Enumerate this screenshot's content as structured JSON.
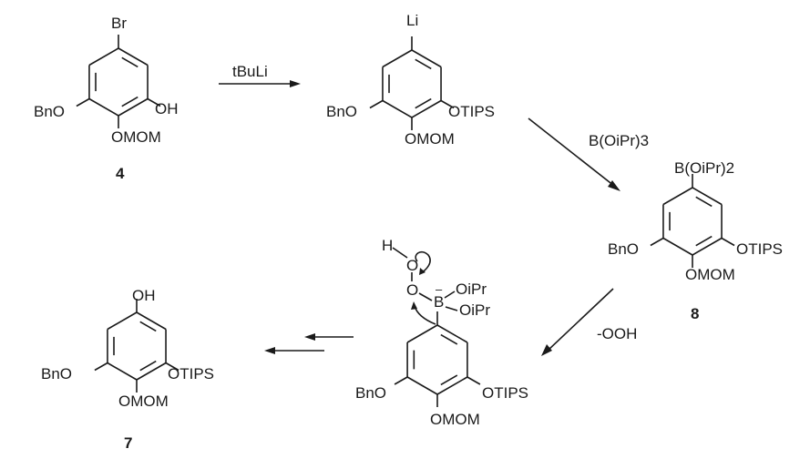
{
  "compound_4": {
    "top": "Br",
    "left": "BnO",
    "right": "OH",
    "bottom": "OMOM",
    "number": "4"
  },
  "step1": {
    "reagent": "tBuLi"
  },
  "lithio": {
    "top": "Li",
    "left": "BnO",
    "right": "OTIPS",
    "bottom": "OMOM"
  },
  "step2": {
    "reagent": "B(OiPr)3"
  },
  "compound_8": {
    "top": "B(OiPr)2",
    "left": "BnO",
    "right": "OTIPS",
    "bottom": "OMOM",
    "number": "8"
  },
  "step3": {
    "reagent": "-OOH"
  },
  "borate": {
    "h": "H",
    "o1": "O",
    "o2": "O",
    "boron": "B",
    "charge": "–",
    "oipr1": "OiPr",
    "oipr2": "OiPr",
    "left": "BnO",
    "right": "OTIPS",
    "bottom": "OMOM"
  },
  "compound_7": {
    "top": "OH",
    "left": "BnO",
    "right": "OTIPS",
    "bottom": "OMOM",
    "number": "7"
  }
}
